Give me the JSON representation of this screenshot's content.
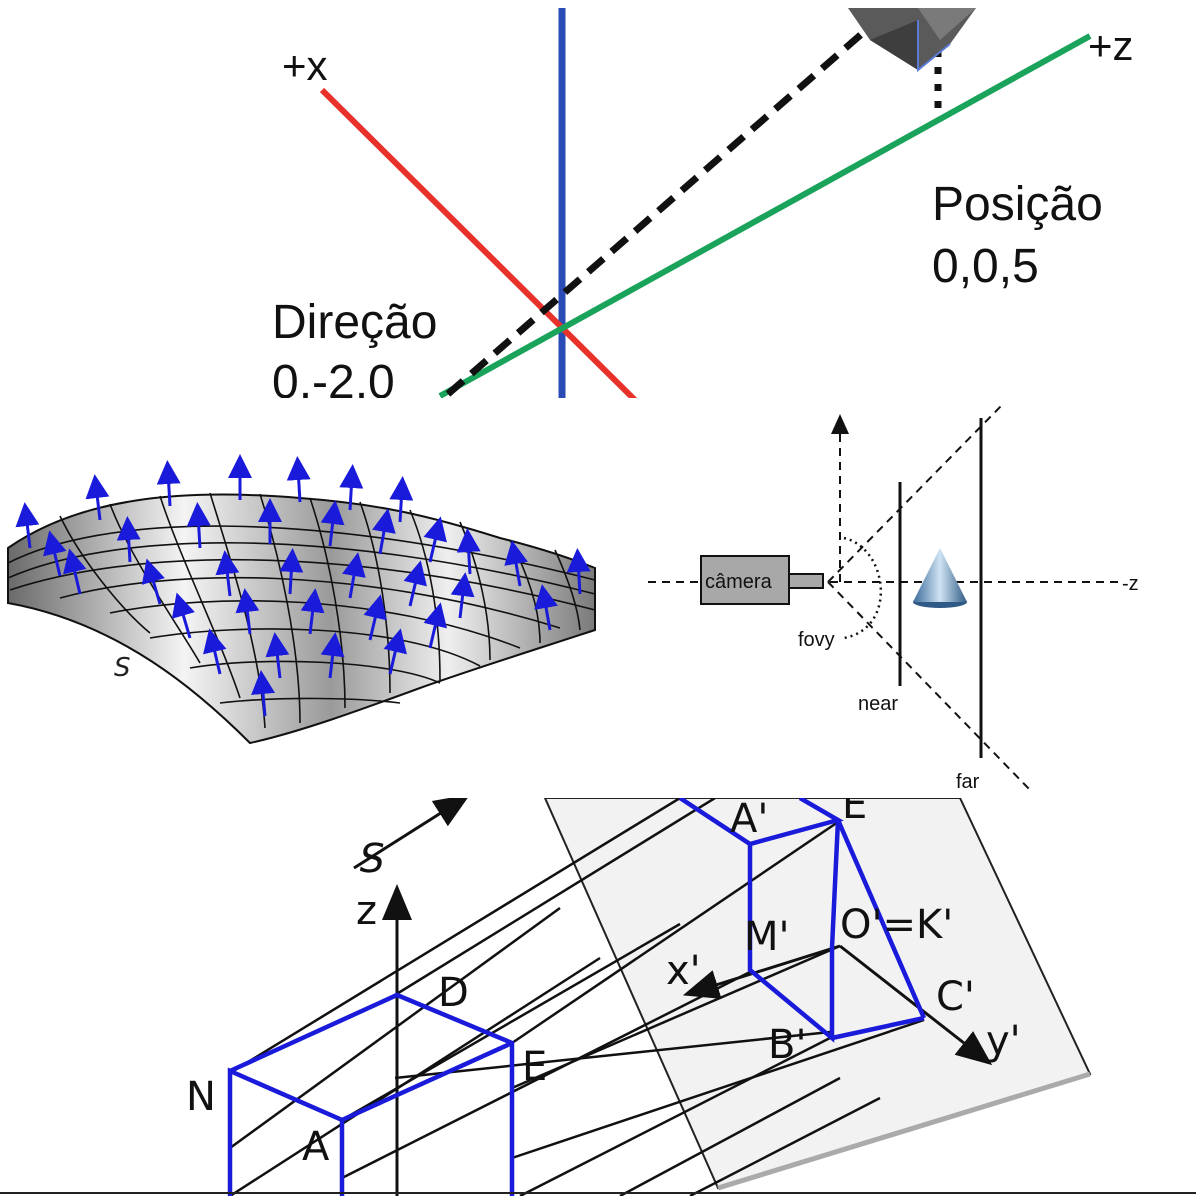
{
  "panel_light": {
    "axis_x_label": "+x",
    "axis_z_label": "+z",
    "position_title": "Posição",
    "position_value": "0,0,5",
    "direction_title": "Direção",
    "direction_value": "0,-2,0",
    "colors": {
      "x_axis": "#e8312b",
      "y_axis": "#2a4bb5",
      "z_axis": "#1aa35a"
    }
  },
  "panel_surface": {
    "surface_label": "S",
    "colors": {
      "normals": "#1a1adb",
      "grid": "#111111"
    }
  },
  "panel_camera": {
    "camera_label": "câmera",
    "fovy_label": "fovy",
    "near_label": "near",
    "far_label": "far",
    "z_label": "-z"
  },
  "panel_projection": {
    "direction_label": "S",
    "z_label": "z",
    "labels": {
      "D": "D",
      "E": "E",
      "N": "N",
      "A": "A",
      "A_prime": "A'",
      "E_prime": "E",
      "M_prime": "M'",
      "O_prime": "O'=K'",
      "x_prime": "x'",
      "y_prime": "y'",
      "C_prime": "C'",
      "B_prime": "B'"
    },
    "colors": {
      "box": "#1a1adb",
      "plane": "#f2f2f2"
    }
  }
}
